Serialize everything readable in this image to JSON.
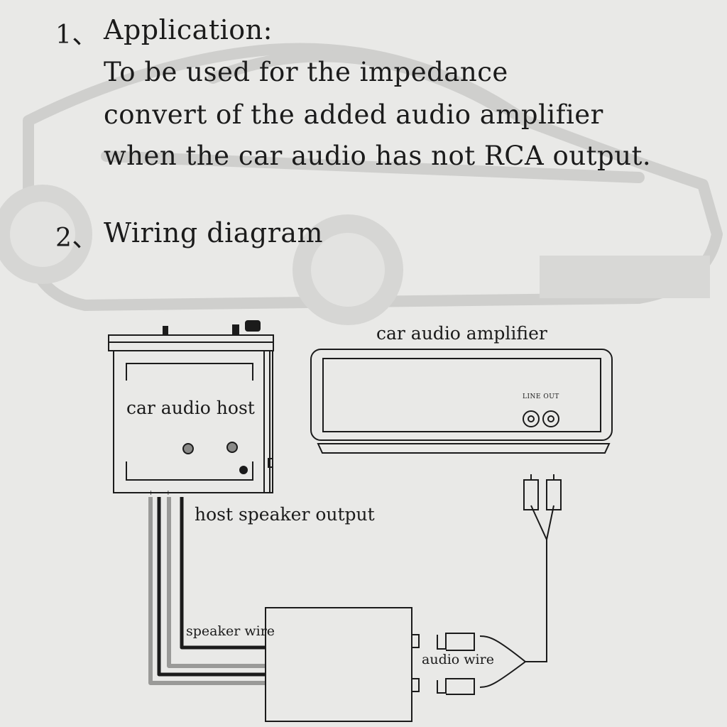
{
  "section1": {
    "number": "1、",
    "title": "Application:",
    "lines": [
      "To be used for the impedance",
      "convert of the added audio amplifier",
      "when the car audio has not RCA output."
    ]
  },
  "section2": {
    "number": "2、",
    "title": "Wiring diagram"
  },
  "diagram": {
    "host_label": "car audio host",
    "host_terminals": "— + — +",
    "amplifier_label": "car audio amplifier",
    "line_out_label": "LINE OUT",
    "host_speaker_output_label": "host speaker output",
    "speaker_wire_label": "speaker wire",
    "audio_wire_label": "audio wire"
  },
  "colors": {
    "background": "#e9e9e7",
    "ink": "#1b1b1b",
    "watermark_car": "#cfcfcd"
  }
}
